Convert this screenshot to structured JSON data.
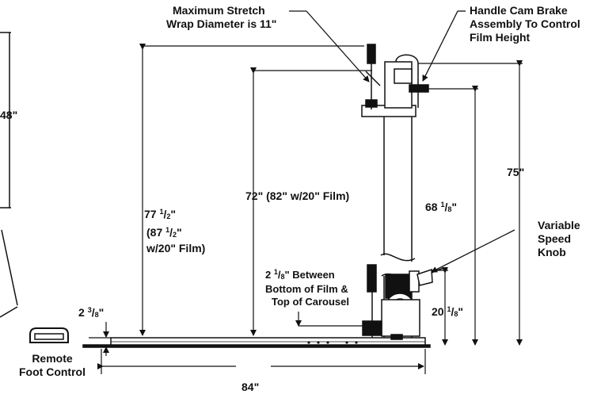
{
  "labels": {
    "max_wrap_line1": "Maximum Stretch",
    "max_wrap_line2": "Wrap Diameter is 11\"",
    "handle_line1": "Handle Cam Brake",
    "handle_line2": "Assembly To Control",
    "handle_line3": "Film Height",
    "dim_48": "48\"",
    "dim_75": "75\"",
    "dim_72": "72\" (82\" w/20\" Film)",
    "dim_77_whole": "77 ",
    "dim_77_num": "1",
    "dim_77_den": "2",
    "dim_77_suffix": "\"",
    "dim_87_prefix": "(87 ",
    "dim_87_num": "1",
    "dim_87_den": "2",
    "dim_87_suffix": "\"",
    "dim_87_line2": "w/20\" Film)",
    "dim_68_whole": "68 ",
    "dim_68_num": "1",
    "dim_68_den": "8",
    "dim_68_suffix": "\"",
    "variable_line1": "Variable",
    "variable_line2": "Speed",
    "variable_line3": "Knob",
    "between_whole": "2 ",
    "between_num": "1",
    "between_den": "8",
    "between_suffix": "\" Between",
    "between_line2": "Bottom of Film &",
    "between_line3": "Top of Carousel",
    "dim_2_3_whole": "2 ",
    "dim_2_3_num": "3",
    "dim_2_3_den": "8",
    "dim_2_3_suffix": "\"",
    "dim_20_whole": "20 ",
    "dim_20_num": "1",
    "dim_20_den": "8",
    "dim_20_suffix": "\"",
    "remote_line1": "Remote",
    "remote_line2": "Foot Control",
    "dim_84": "84\""
  }
}
